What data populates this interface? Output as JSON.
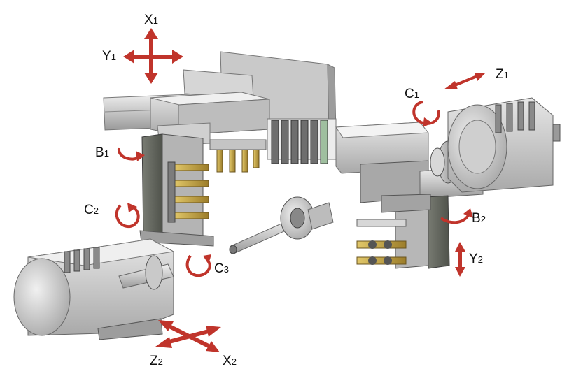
{
  "arrow_color": "#c0342b",
  "axes": {
    "x1": {
      "main": "X",
      "sub": "1"
    },
    "y1": {
      "main": "Y",
      "sub": "1"
    },
    "z1": {
      "main": "Z",
      "sub": "1"
    },
    "c1": {
      "main": "C",
      "sub": "1"
    },
    "b1": {
      "main": "B",
      "sub": "1"
    },
    "c2": {
      "main": "C",
      "sub": "2"
    },
    "c3": {
      "main": "C",
      "sub": "3"
    },
    "b2": {
      "main": "B",
      "sub": "2"
    },
    "y2": {
      "main": "Y",
      "sub": "2"
    },
    "z2": {
      "main": "Z",
      "sub": "2"
    },
    "x2": {
      "main": "X",
      "sub": "2"
    }
  }
}
